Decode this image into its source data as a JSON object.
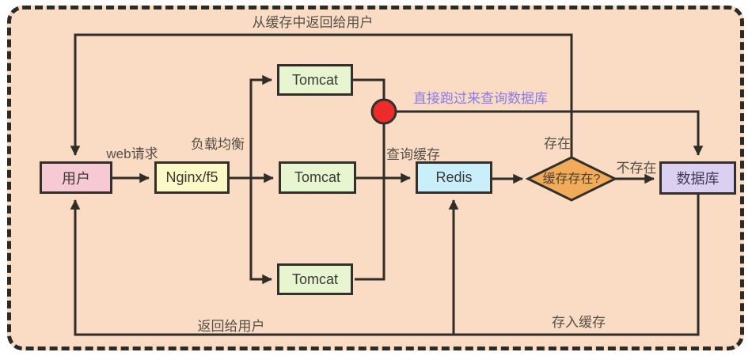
{
  "diagram": {
    "title_implicit": "Redis cache lookup flow",
    "nodes": {
      "user": {
        "label": "用户",
        "shape": "rect",
        "fill": "#f7c9d4"
      },
      "nginx": {
        "label": "Nginx/f5",
        "shape": "rect",
        "fill": "#fbf9c6"
      },
      "tomcat1": {
        "label": "Tomcat",
        "shape": "rect",
        "fill": "#e7f6d1"
      },
      "tomcat2": {
        "label": "Tomcat",
        "shape": "rect",
        "fill": "#e7f6d1"
      },
      "tomcat3": {
        "label": "Tomcat",
        "shape": "rect",
        "fill": "#e7f6d1"
      },
      "redis": {
        "label": "Redis",
        "shape": "rect",
        "fill": "#c9effa"
      },
      "cache_decision": {
        "label": "缓存存在?",
        "shape": "diamond",
        "fill": "#f2ab58"
      },
      "database": {
        "label": "数据库",
        "shape": "rect",
        "fill": "#dcd0f2"
      }
    },
    "edge_labels": {
      "return_from_cache": "从缓存中返回给用户",
      "web_request": "web请求",
      "load_balance": "负载均衡",
      "query_cache": "查询缓存",
      "exists": "存在",
      "not_exists": "不存在",
      "direct_query_db": "直接跑过来查询数据库",
      "return_to_user": "返回给用户",
      "store_to_cache": "存入缓存"
    },
    "colors": {
      "board_background": "#f9dcc3",
      "outer_border": "#2d2a25",
      "line": "#302d28",
      "red_dot": "#ee2b2b",
      "purple_label": "#8b7ce8",
      "label_text": "#55504a"
    }
  }
}
